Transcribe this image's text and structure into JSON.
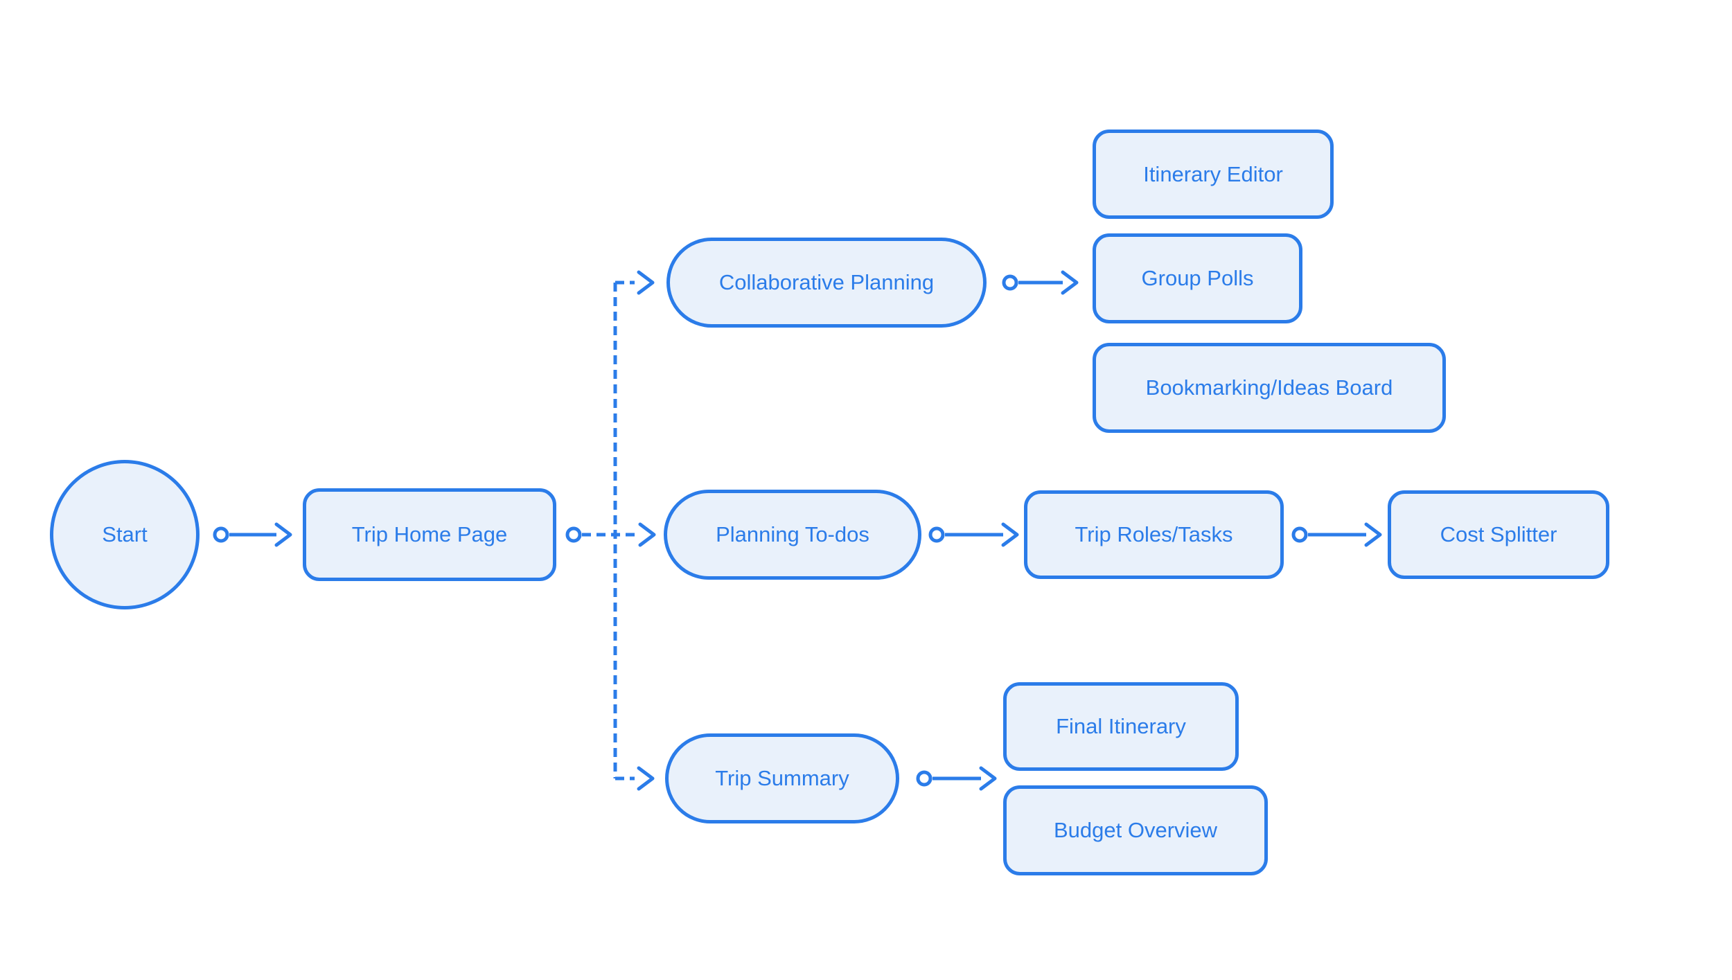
{
  "diagram": {
    "type": "flowchart",
    "colors": {
      "stroke": "#2B7CE9",
      "node_fill": "#E9F1FB",
      "label_text": "#2B7CE9",
      "background": "#FFFFFF"
    },
    "nodes": {
      "start": {
        "label": "Start",
        "shape": "circle"
      },
      "trip_home_page": {
        "label": "Trip Home Page",
        "shape": "rounded-rect"
      },
      "collaborative_planning": {
        "label": "Collaborative Planning",
        "shape": "pill"
      },
      "itinerary_editor": {
        "label": "Itinerary Editor",
        "shape": "rounded-rect"
      },
      "group_polls": {
        "label": "Group Polls",
        "shape": "rounded-rect"
      },
      "bookmarking_ideas_board": {
        "label": "Bookmarking/Ideas Board",
        "shape": "rounded-rect"
      },
      "planning_to_dos": {
        "label": "Planning To-dos",
        "shape": "pill"
      },
      "trip_roles_tasks": {
        "label": "Trip Roles/Tasks",
        "shape": "rounded-rect"
      },
      "cost_splitter": {
        "label": "Cost Splitter",
        "shape": "rounded-rect"
      },
      "trip_summary": {
        "label": "Trip Summary",
        "shape": "pill"
      },
      "final_itinerary": {
        "label": "Final Itinerary",
        "shape": "rounded-rect"
      },
      "budget_overview": {
        "label": "Budget Overview",
        "shape": "rounded-rect"
      }
    },
    "edges": [
      {
        "from": "start",
        "to": "trip_home_page",
        "style": "solid",
        "start_marker": "hollow-dot",
        "end_marker": "open-arrow"
      },
      {
        "from": "trip_home_page",
        "to": "collaborative_planning",
        "style": "dashed",
        "start_marker": "hollow-dot",
        "end_marker": "open-arrow"
      },
      {
        "from": "trip_home_page",
        "to": "planning_to_dos",
        "style": "dashed",
        "start_marker": "hollow-dot",
        "end_marker": "open-arrow"
      },
      {
        "from": "trip_home_page",
        "to": "trip_summary",
        "style": "dashed",
        "start_marker": "hollow-dot",
        "end_marker": "open-arrow"
      },
      {
        "from": "collaborative_planning",
        "to": "group_polls",
        "style": "solid",
        "start_marker": "hollow-dot",
        "end_marker": "open-arrow"
      },
      {
        "from": "planning_to_dos",
        "to": "trip_roles_tasks",
        "style": "solid",
        "start_marker": "hollow-dot",
        "end_marker": "open-arrow"
      },
      {
        "from": "trip_roles_tasks",
        "to": "cost_splitter",
        "style": "solid",
        "start_marker": "hollow-dot",
        "end_marker": "open-arrow"
      },
      {
        "from": "trip_summary",
        "to": "final_itinerary / budget_overview",
        "style": "solid",
        "start_marker": "hollow-dot",
        "end_marker": "open-arrow"
      }
    ]
  }
}
